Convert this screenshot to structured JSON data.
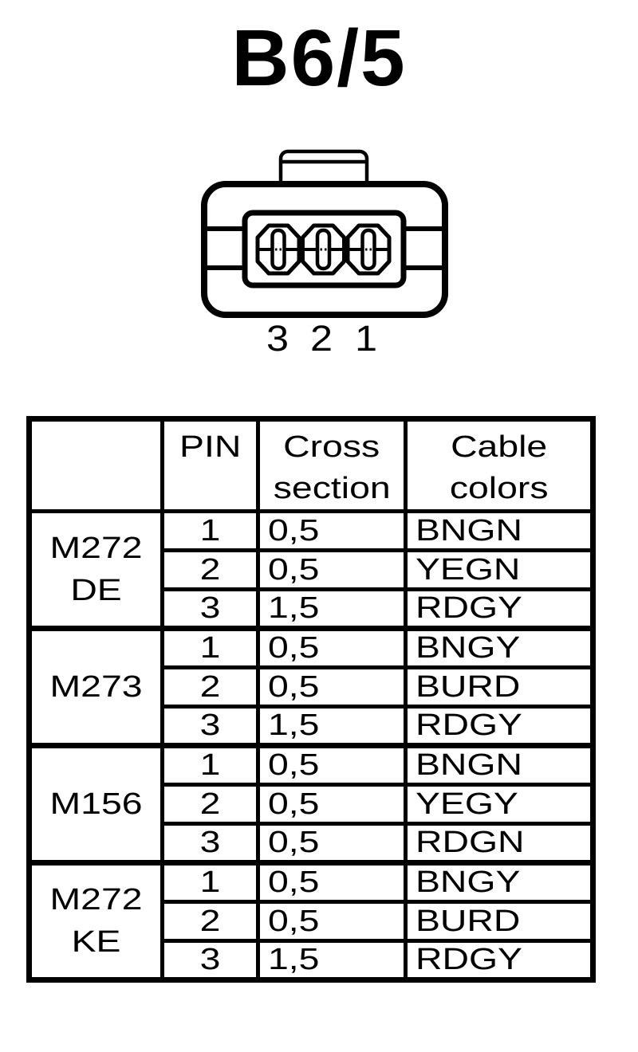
{
  "page": {
    "title": "B6/5"
  },
  "connector": {
    "pin_count": 3,
    "pin_labels": [
      "3",
      "2",
      "1"
    ]
  },
  "table": {
    "header": {
      "group": "",
      "pin": "PIN",
      "cross_line1": "Cross",
      "cross_line2": "section",
      "cable_line1": "Cable",
      "cable_line2": "colors"
    },
    "groups": [
      {
        "label_line1": "M272",
        "label_line2": "DE",
        "rows": [
          {
            "pin": "1",
            "cross_section": "0,5",
            "cable_color": "BNGN"
          },
          {
            "pin": "2",
            "cross_section": "0,5",
            "cable_color": "YEGN"
          },
          {
            "pin": "3",
            "cross_section": "1,5",
            "cable_color": "RDGY"
          }
        ]
      },
      {
        "label_line1": "M273",
        "label_line2": "",
        "rows": [
          {
            "pin": "1",
            "cross_section": "0,5",
            "cable_color": "BNGY"
          },
          {
            "pin": "2",
            "cross_section": "0,5",
            "cable_color": "BURD"
          },
          {
            "pin": "3",
            "cross_section": "1,5",
            "cable_color": "RDGY"
          }
        ]
      },
      {
        "label_line1": "M156",
        "label_line2": "",
        "rows": [
          {
            "pin": "1",
            "cross_section": "0,5",
            "cable_color": "BNGN"
          },
          {
            "pin": "2",
            "cross_section": "0,5",
            "cable_color": "YEGY"
          },
          {
            "pin": "3",
            "cross_section": "0,5",
            "cable_color": "RDGN"
          }
        ]
      },
      {
        "label_line1": "M272",
        "label_line2": "KE",
        "rows": [
          {
            "pin": "1",
            "cross_section": "0,5",
            "cable_color": "BNGY"
          },
          {
            "pin": "2",
            "cross_section": "0,5",
            "cable_color": "BURD"
          },
          {
            "pin": "3",
            "cross_section": "1,5",
            "cable_color": "RDGY"
          }
        ]
      }
    ]
  },
  "colors": {
    "ink": "#000000",
    "background": "#ffffff"
  }
}
